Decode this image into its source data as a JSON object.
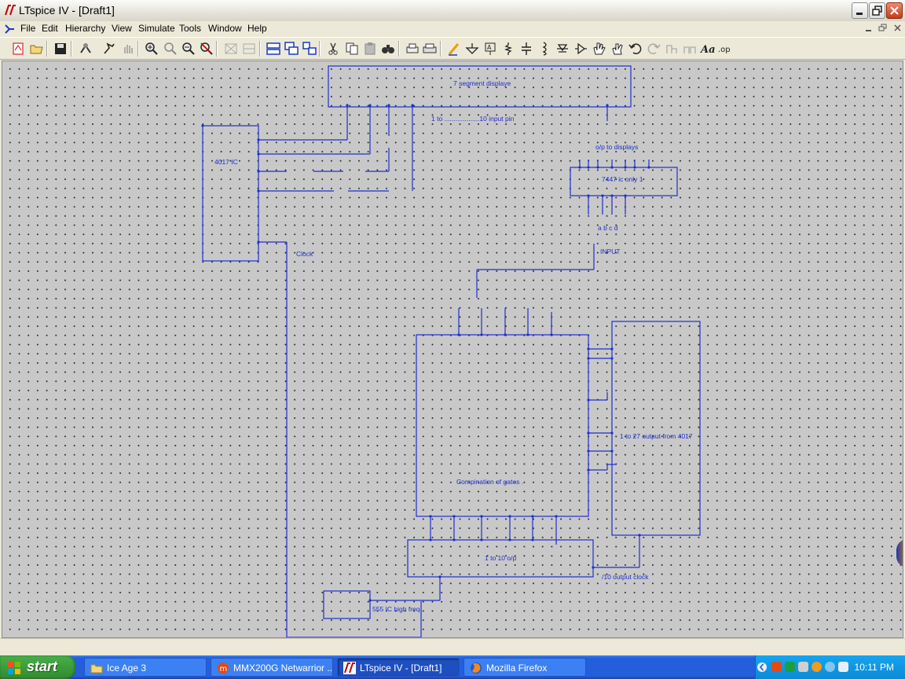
{
  "window": {
    "title": "LTspice IV - [Draft1]"
  },
  "menu": [
    "File",
    "Edit",
    "Hierarchy",
    "View",
    "Simulate",
    "Tools",
    "Window",
    "Help"
  ],
  "toolbar": {
    "icons": [
      "new-schematic-icon",
      "open-icon",
      "save-icon",
      "control-panel-icon",
      "run-icon",
      "halt-icon",
      "zoom-in-icon",
      "zoom-pan-icon",
      "zoom-out-icon",
      "zoom-cancel-icon",
      "autorange-icon",
      "tile-icon",
      "horizontal-tile-icon",
      "cascade-icon",
      "vertical-tile-icon",
      "cut-icon",
      "copy-icon",
      "paste-icon",
      "find-icon",
      "print-setup-icon",
      "print-icon",
      "draw-wire-icon",
      "ground-icon",
      "label-net-icon",
      "resistor-icon",
      "capacitor-icon",
      "inductor-icon",
      "diode-icon",
      "component-icon",
      "move-icon",
      "drag-icon",
      "undo-icon",
      "redo-icon",
      "rotate-icon",
      "mirror-icon",
      "text-icon",
      "spice-directive-icon"
    ],
    "text_label": "Aa",
    "op_label": ".op"
  },
  "schematic": {
    "color": "#1e2ed0",
    "labels": {
      "seven_segment": "7 segment displaye",
      "input_pins": "1 to ...................10 input pin",
      "ic4017": "4017 IC",
      "clock": "Clock",
      "op_to_displays": "o/p to displays",
      "ic7447": "7447 ic only 1",
      "abcd": "a b c d",
      "input": "INPUT",
      "gates": "Compination of gates .",
      "out27": "1 to 27 output from 4017",
      "out10": "1 to 10 o/p",
      "clock10": "/10 output clock",
      "ic555": "555 IC high freq."
    }
  },
  "taskbar": {
    "start": "start",
    "tasks": [
      {
        "label": "Ice Age 3",
        "icon": "folder-icon",
        "active": false
      },
      {
        "label": "MMX200G Netwarrior ...",
        "icon": "m-app-icon",
        "active": false
      },
      {
        "label": "LTspice IV - [Draft1]",
        "icon": "ltspice-icon",
        "active": true
      },
      {
        "label": "Mozilla Firefox",
        "icon": "firefox-icon",
        "active": false
      }
    ],
    "clock": "10:11 PM"
  }
}
